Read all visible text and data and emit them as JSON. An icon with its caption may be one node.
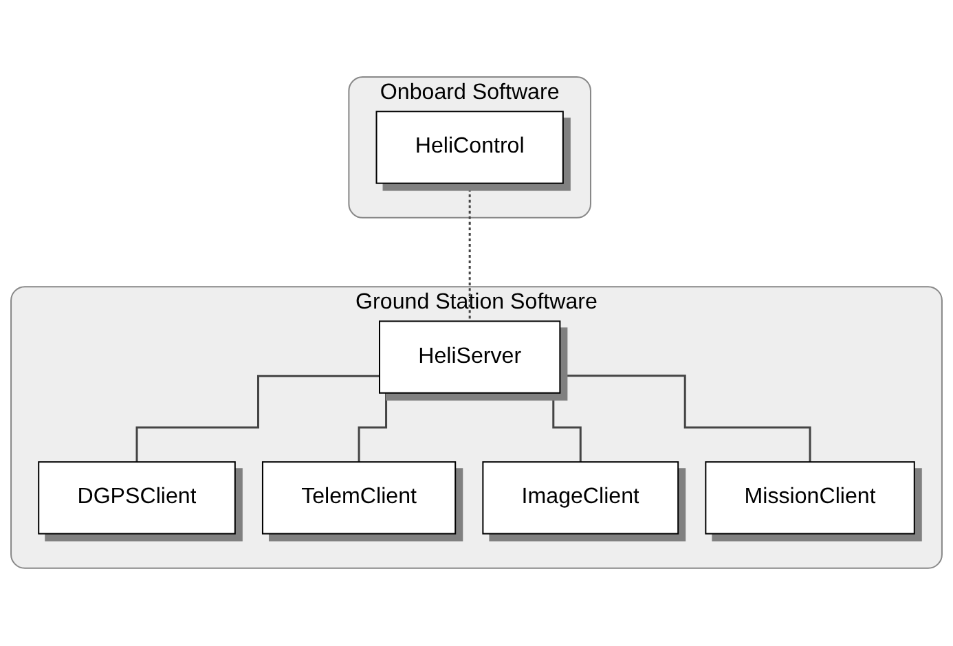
{
  "diagram": {
    "nodes": [
      {
        "text": [
          "Onboard Software"
        ]
      },
      {
        "text": [
          "HeliControl"
        ],
        "in": 0
      },
      {
        "text": [
          "Ground Station Software"
        ]
      },
      {
        "text": [
          "HeliServer"
        ],
        "in": 2
      },
      {
        "text": [
          "DGPSClient"
        ],
        "in": 2
      },
      {
        "text": [
          "TelemClient"
        ],
        "in": 2
      },
      {
        "text": [
          "ImageClient"
        ],
        "in": 2
      },
      {
        "text": [
          "MissionClient"
        ],
        "in": 2
      }
    ],
    "edges": [
      {
        "from": 1,
        "to": 3,
        "arrow": "none",
        "style": "dashed"
      },
      {
        "from": 3,
        "to": 4,
        "arrow": "none"
      },
      {
        "from": 3,
        "to": 5,
        "arrow": "none"
      },
      {
        "from": 3,
        "to": 6,
        "arrow": "none"
      },
      {
        "from": 3,
        "to": 7,
        "arrow": "none"
      }
    ]
  }
}
